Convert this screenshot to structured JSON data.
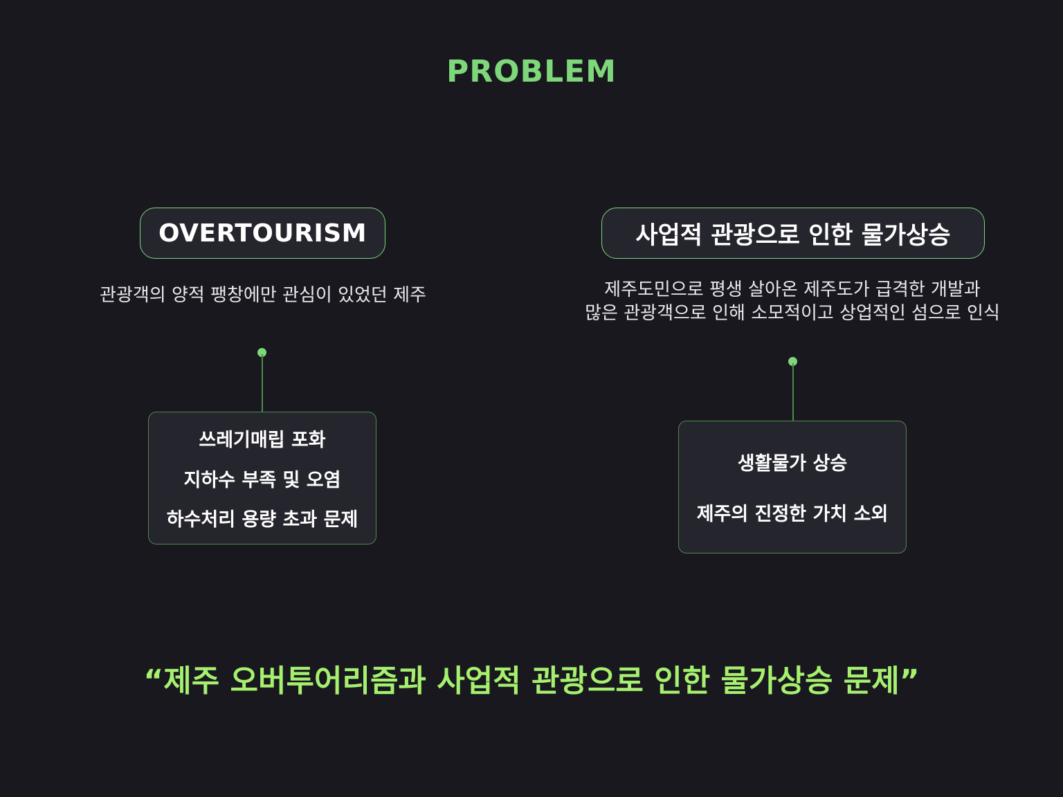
{
  "header": {
    "title": "PROBLEM"
  },
  "left": {
    "heading": "OVERTOURISM",
    "description": "관광객의 양적 팽창에만 관심이 있었던 제주",
    "items": [
      "쓰레기매립 포화",
      "지하수 부족 및 오염",
      "하수처리 용량 초과 문제"
    ]
  },
  "right": {
    "heading": "사업적 관광으로 인한 물가상승",
    "description_line1": "제주도민으로 평생 살아온 제주도가 급격한 개발과",
    "description_line2": "많은 관광객으로 인해 소모적이고 상업적인 섬으로 인식",
    "items": [
      "생활물가 상승",
      "제주의 진정한 가치 소외"
    ]
  },
  "footer": {
    "quote": "“제주 오버투어리즘과 사업적 관광으로 인한 물가상승 문제”"
  },
  "colors": {
    "background": "#19181e",
    "accent": "#7ed77a",
    "quote": "#a6f06f",
    "panel": "#25252d"
  }
}
